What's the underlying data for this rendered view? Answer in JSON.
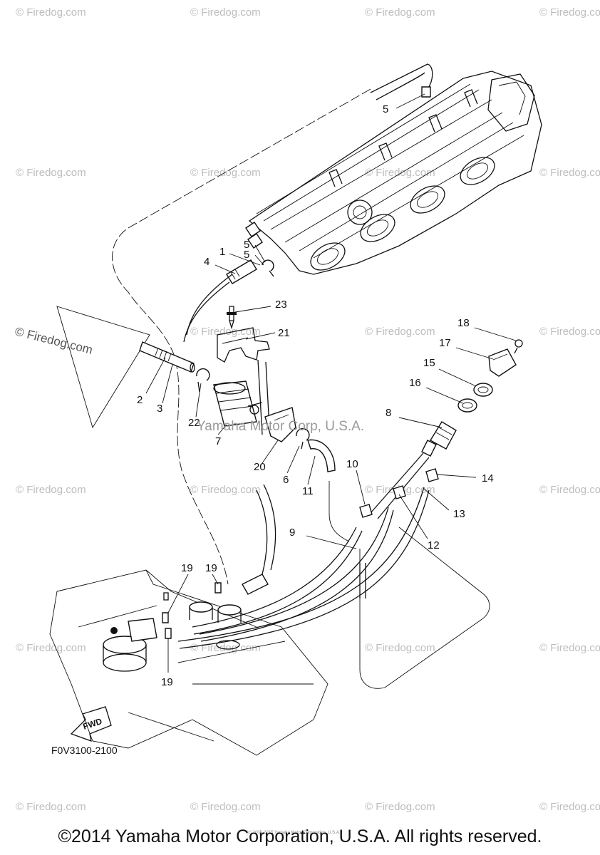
{
  "watermark": {
    "brand": "Firedog.com",
    "symbol": "©"
  },
  "center_watermark": "Yamaha Motor Corp, U.S.A.",
  "small_print": "(c) 2005-2015 Yamaha Motor Corporation, U.S.A.",
  "diagram_code": "F0V3100-2100",
  "fwd_label": "FWD",
  "callouts": [
    "1",
    "2",
    "3",
    "4",
    "5",
    "5",
    "5",
    "6",
    "7",
    "8",
    "9",
    "10",
    "11",
    "12",
    "13",
    "14",
    "15",
    "16",
    "17",
    "18",
    "19",
    "19",
    "19",
    "20",
    "21",
    "22",
    "23"
  ],
  "copyright": "©2014 Yamaha Motor Corporation, U.S.A. All rights reserved."
}
